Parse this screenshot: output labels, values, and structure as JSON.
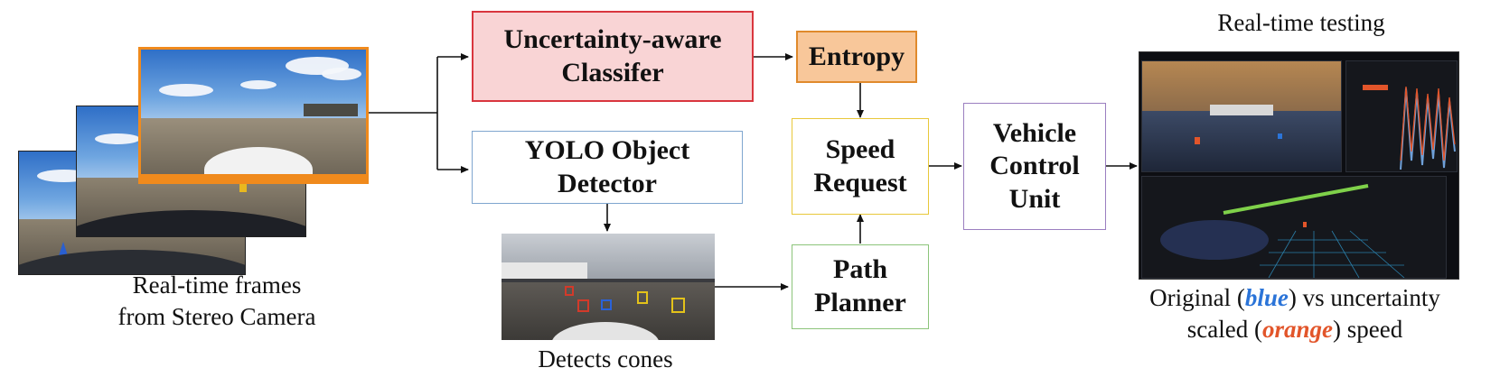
{
  "boxes": {
    "classifier": "Uncertainty-aware Classifer",
    "entropy": "Entropy",
    "yolo": "YOLO Object Detector",
    "speed": "Speed Request",
    "vehicle": "Vehicle Control Unit",
    "path": "Path Planner"
  },
  "captions": {
    "frames_line1": "Real-time frames",
    "frames_line2": "from Stereo Camera",
    "cones": "Detects cones",
    "testing": "Real-time testing",
    "original": "Original (",
    "blue": "blue",
    "vs": ") vs uncertainty",
    "scaled": "scaled (",
    "orange": "orange",
    "speed_word": ") speed"
  },
  "colors": {
    "classifier_border": "#d9363e",
    "classifier_fill": "#f9d4d5",
    "entropy_border": "#e08a2c",
    "entropy_fill": "#f8c79a",
    "yolo_border": "#7fa6cf",
    "speed_border": "#e8c83a",
    "vehicle_border": "#9b7fc0",
    "path_border": "#8cc47a",
    "blue_text": "#2b74d8",
    "orange_text": "#e2552a",
    "orange_frame": "#f08a1c"
  }
}
